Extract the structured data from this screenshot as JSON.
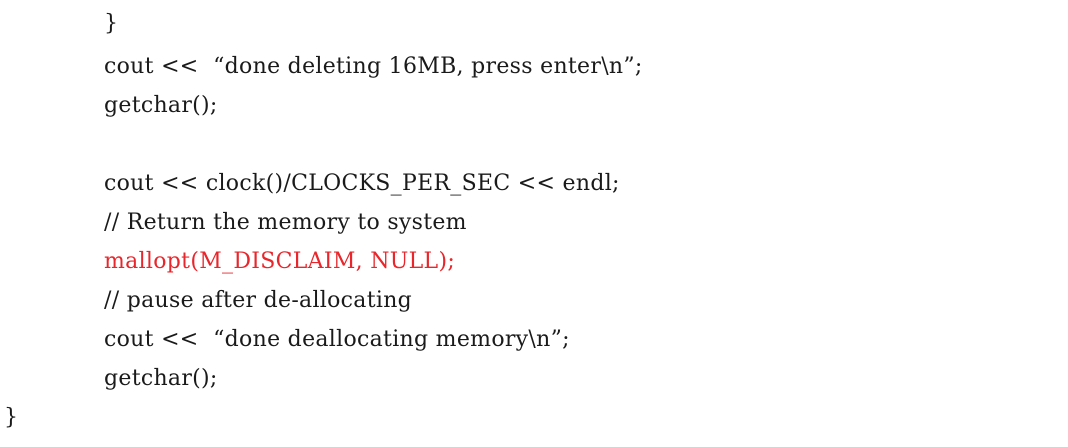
{
  "code": {
    "lines": [
      {
        "text": "}",
        "indent": 1,
        "highlight": false
      },
      {
        "text": "cout <<  “done deleting 16MB, press enter\\n”;",
        "indent": 1,
        "highlight": false
      },
      {
        "text": "getchar();",
        "indent": 1,
        "highlight": false
      },
      {
        "text": "",
        "indent": 1,
        "highlight": false
      },
      {
        "text": "cout << clock()/CLOCKS_PER_SEC << endl;",
        "indent": 1,
        "highlight": false
      },
      {
        "text": "// Return the memory to system",
        "indent": 1,
        "highlight": false
      },
      {
        "text": "mallopt(M_DISCLAIM, NULL);",
        "indent": 1,
        "highlight": true
      },
      {
        "text": "// pause after de-allocating",
        "indent": 1,
        "highlight": false
      },
      {
        "text": "cout <<  “done deallocating memory\\n”;",
        "indent": 1,
        "highlight": false
      },
      {
        "text": "getchar();",
        "indent": 1,
        "highlight": false
      },
      {
        "text": "}",
        "indent": 0,
        "highlight": false
      }
    ]
  }
}
